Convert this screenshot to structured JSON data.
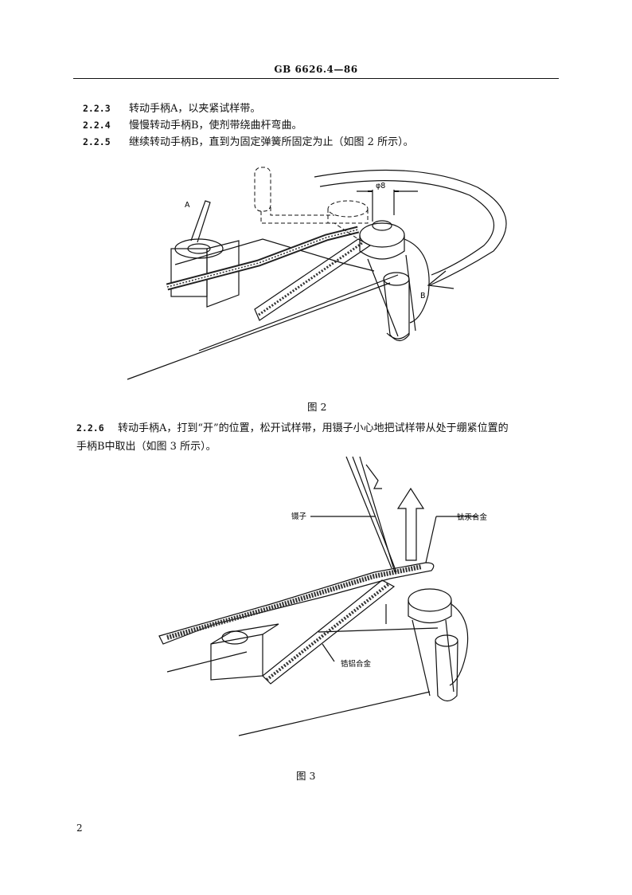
{
  "header": {
    "standard_no": "GB 6626.4—86"
  },
  "steps": [
    {
      "num": "2.2.3",
      "text": "转动手柄A，以夹紧试样带。"
    },
    {
      "num": "2.2.4",
      "text": "慢慢转动手柄B，使剂带绕曲杆弯曲。"
    },
    {
      "num": "2.2.5",
      "text": "继续转动手柄B，直到为固定弹簧所固定为止（如图 2 所示）。"
    }
  ],
  "figure2": {
    "caption": "图 2",
    "label_a": "A",
    "label_b": "B",
    "label_dia": "φ8"
  },
  "step6": {
    "num": "2.2.6",
    "line1": "转动手柄A，打到“开”的位置，松开试样带，用镊子小心地把试样带从处于绷紧位置的",
    "line2": "手柄B中取出（如图 3 所示）。"
  },
  "figure3": {
    "caption": "图 3",
    "label_tweezers": "镊子",
    "label_alloy1": "钛汞合金",
    "label_alloy2": "锆铝合金"
  },
  "page_number": "2"
}
